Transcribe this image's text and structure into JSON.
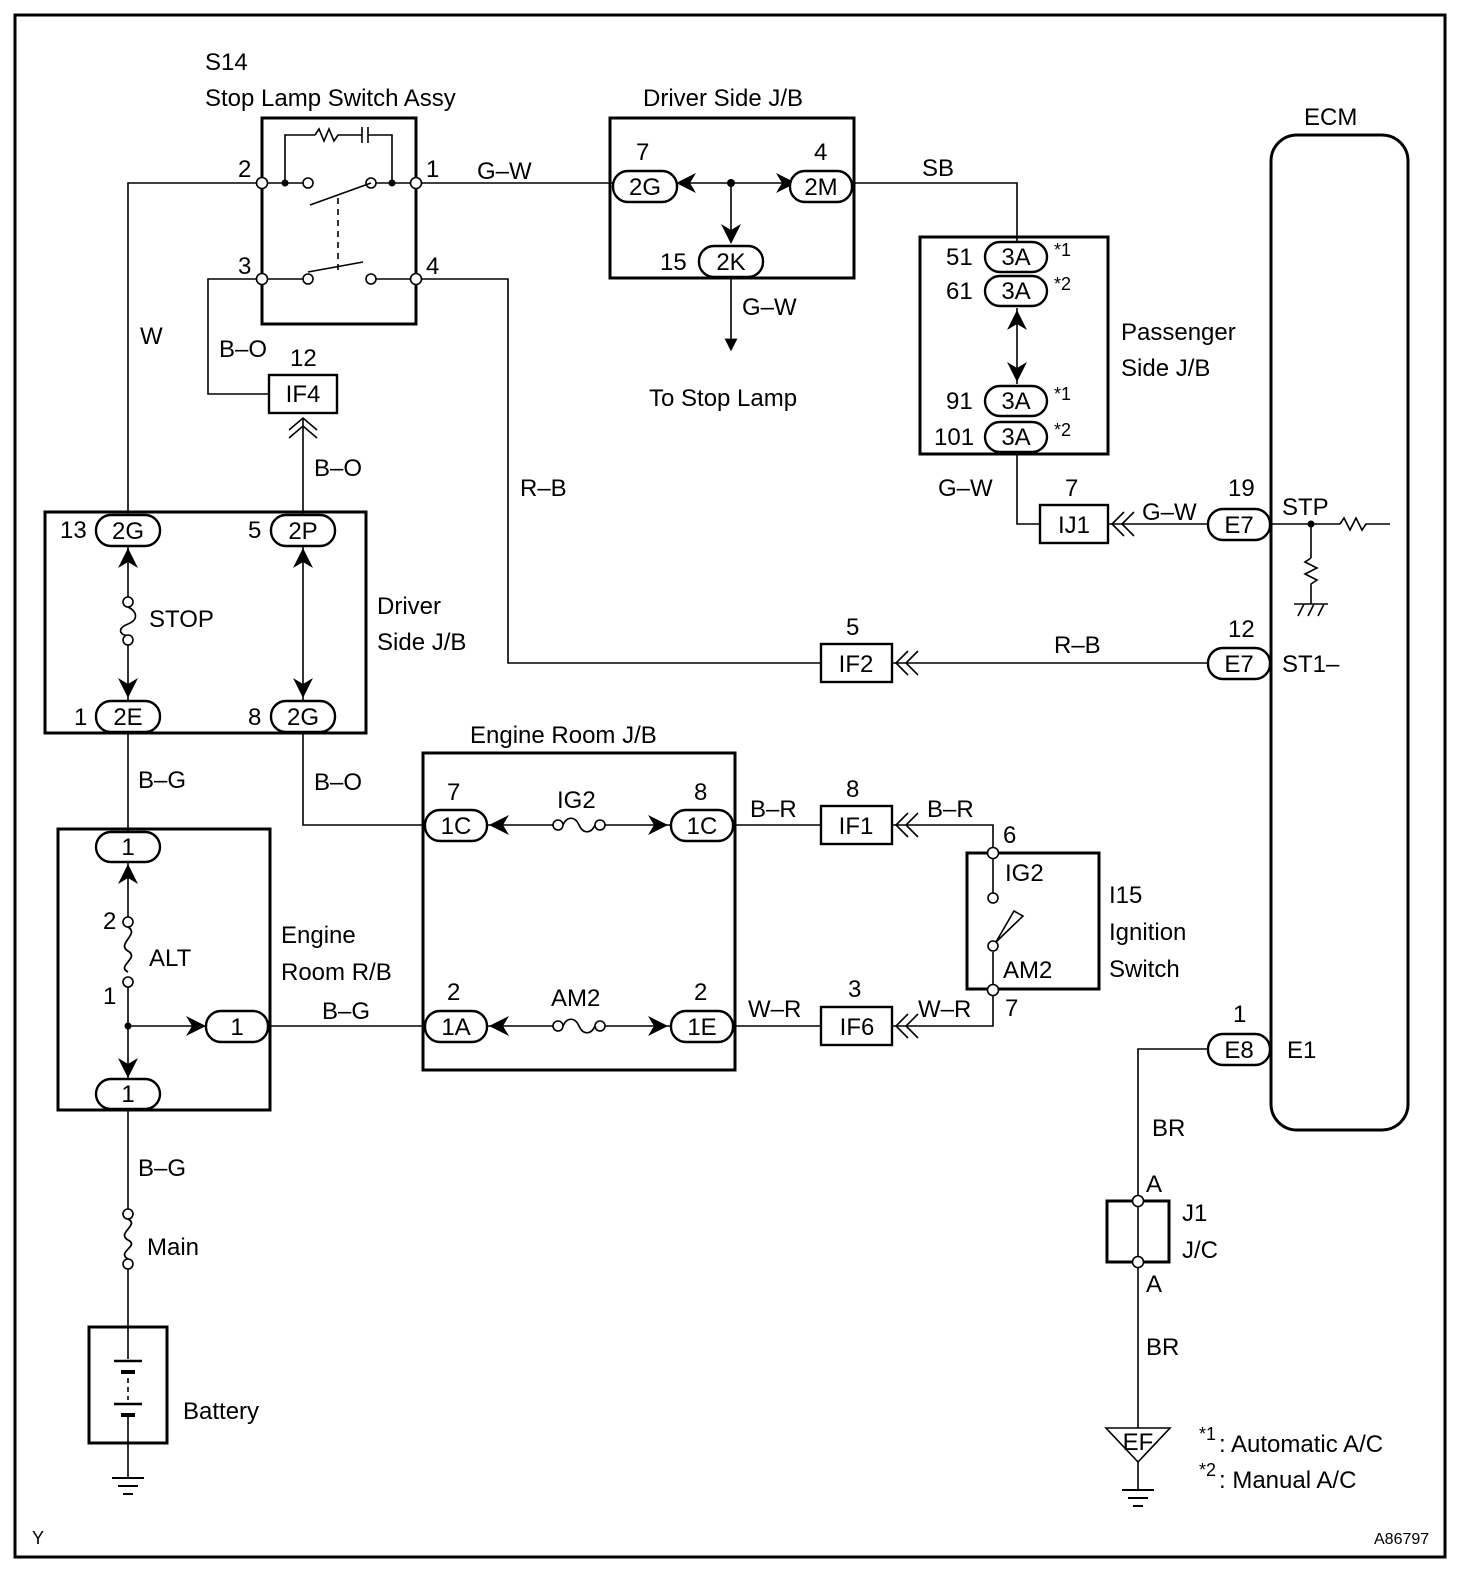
{
  "labels": {
    "s14_id": "S14",
    "s14_name": "Stop Lamp Switch Assy",
    "djb_top_title": "Driver Side J/B",
    "ecm": "ECM",
    "pjb_line1": "Passenger",
    "pjb_line2": "Side J/B",
    "djb_mid_line1": "Driver",
    "djb_mid_line2": "Side J/B",
    "erjb": "Engine Room J/B",
    "errb_line1": "Engine",
    "errb_line2": "Room R/B",
    "ign_id": "I15",
    "ign_line1": "Ignition",
    "ign_line2": "Switch",
    "to_stop_lamp": "To Stop Lamp",
    "battery": "Battery",
    "jc_id": "J1",
    "jc_name": "J/C",
    "note1_mark": "*1",
    "note1_text": ": Automatic A/C",
    "note2_mark": "*2",
    "note2_text": ": Manual A/C",
    "corner_left": "Y",
    "corner_right": "A86797"
  },
  "connectors": {
    "c2g_top": "2G",
    "c2m": "2M",
    "c2k": "2K",
    "c3a_51": "3A",
    "c3a_61": "3A",
    "c3a_91": "3A",
    "c3a_101": "3A",
    "if4": "IF4",
    "ij1": "IJ1",
    "e7_stp": "E7",
    "e7_st1": "E7",
    "c2g_13": "2G",
    "c2p": "2P",
    "c2e": "2E",
    "c2g_8": "2G",
    "if2": "IF2",
    "c1c_l": "1C",
    "c1c_r": "1C",
    "if1": "IF1",
    "c1a": "1A",
    "c1e": "1E",
    "if6": "IF6",
    "r1_top": "1",
    "r1_mid": "1",
    "r1_bot": "1",
    "e8": "E8",
    "ef": "EF"
  },
  "pins": {
    "s14_2": "2",
    "s14_1": "1",
    "s14_3": "3",
    "s14_4": "4",
    "djb_7": "7",
    "djb_4": "4",
    "djb_15": "15",
    "p51": "51",
    "p61": "61",
    "p91": "91",
    "p101": "101",
    "if4_12": "12",
    "ij1_7": "7",
    "e7_19": "19",
    "p13": "13",
    "p5": "5",
    "p1": "1",
    "p8": "8",
    "if2_5": "5",
    "e7_12": "12",
    "er_7": "7",
    "er_8": "8",
    "if1_8": "8",
    "ign_6": "6",
    "er_2a": "2",
    "er_2e": "2",
    "if6_3": "3",
    "ign_7": "7",
    "alt_2": "2",
    "alt_1": "1",
    "e8_1": "1",
    "jc_a_top": "A",
    "jc_a_bot": "A"
  },
  "marks": {
    "m51": "*1",
    "m61": "*2",
    "m91": "*1",
    "m101": "*2"
  },
  "wires": {
    "gw_top": "G–W",
    "sb": "SB",
    "gw_stop": "G–W",
    "w": "W",
    "bo_if4": "B–O",
    "bo_down": "B–O",
    "rb_vert": "R–B",
    "gw_pjb": "G–W",
    "gw_ij1": "G–W",
    "rb_if2": "R–B",
    "bg_1": "B–G",
    "bo_er": "B–O",
    "br_1": "B–R",
    "br_2": "B–R",
    "bg_2": "B–G",
    "wr_1": "W–R",
    "wr_2": "W–R",
    "bg_3": "B–G",
    "br_e8": "BR",
    "br_jc": "BR"
  },
  "fuses": {
    "stop": "STOP",
    "ig2": "IG2",
    "am2": "AM2",
    "alt": "ALT",
    "main": "Main"
  },
  "ignition_terms": {
    "ig2": "IG2",
    "am2": "AM2"
  },
  "ecm_terms": {
    "stp": "STP",
    "st1": "ST1–",
    "e1": "E1"
  }
}
